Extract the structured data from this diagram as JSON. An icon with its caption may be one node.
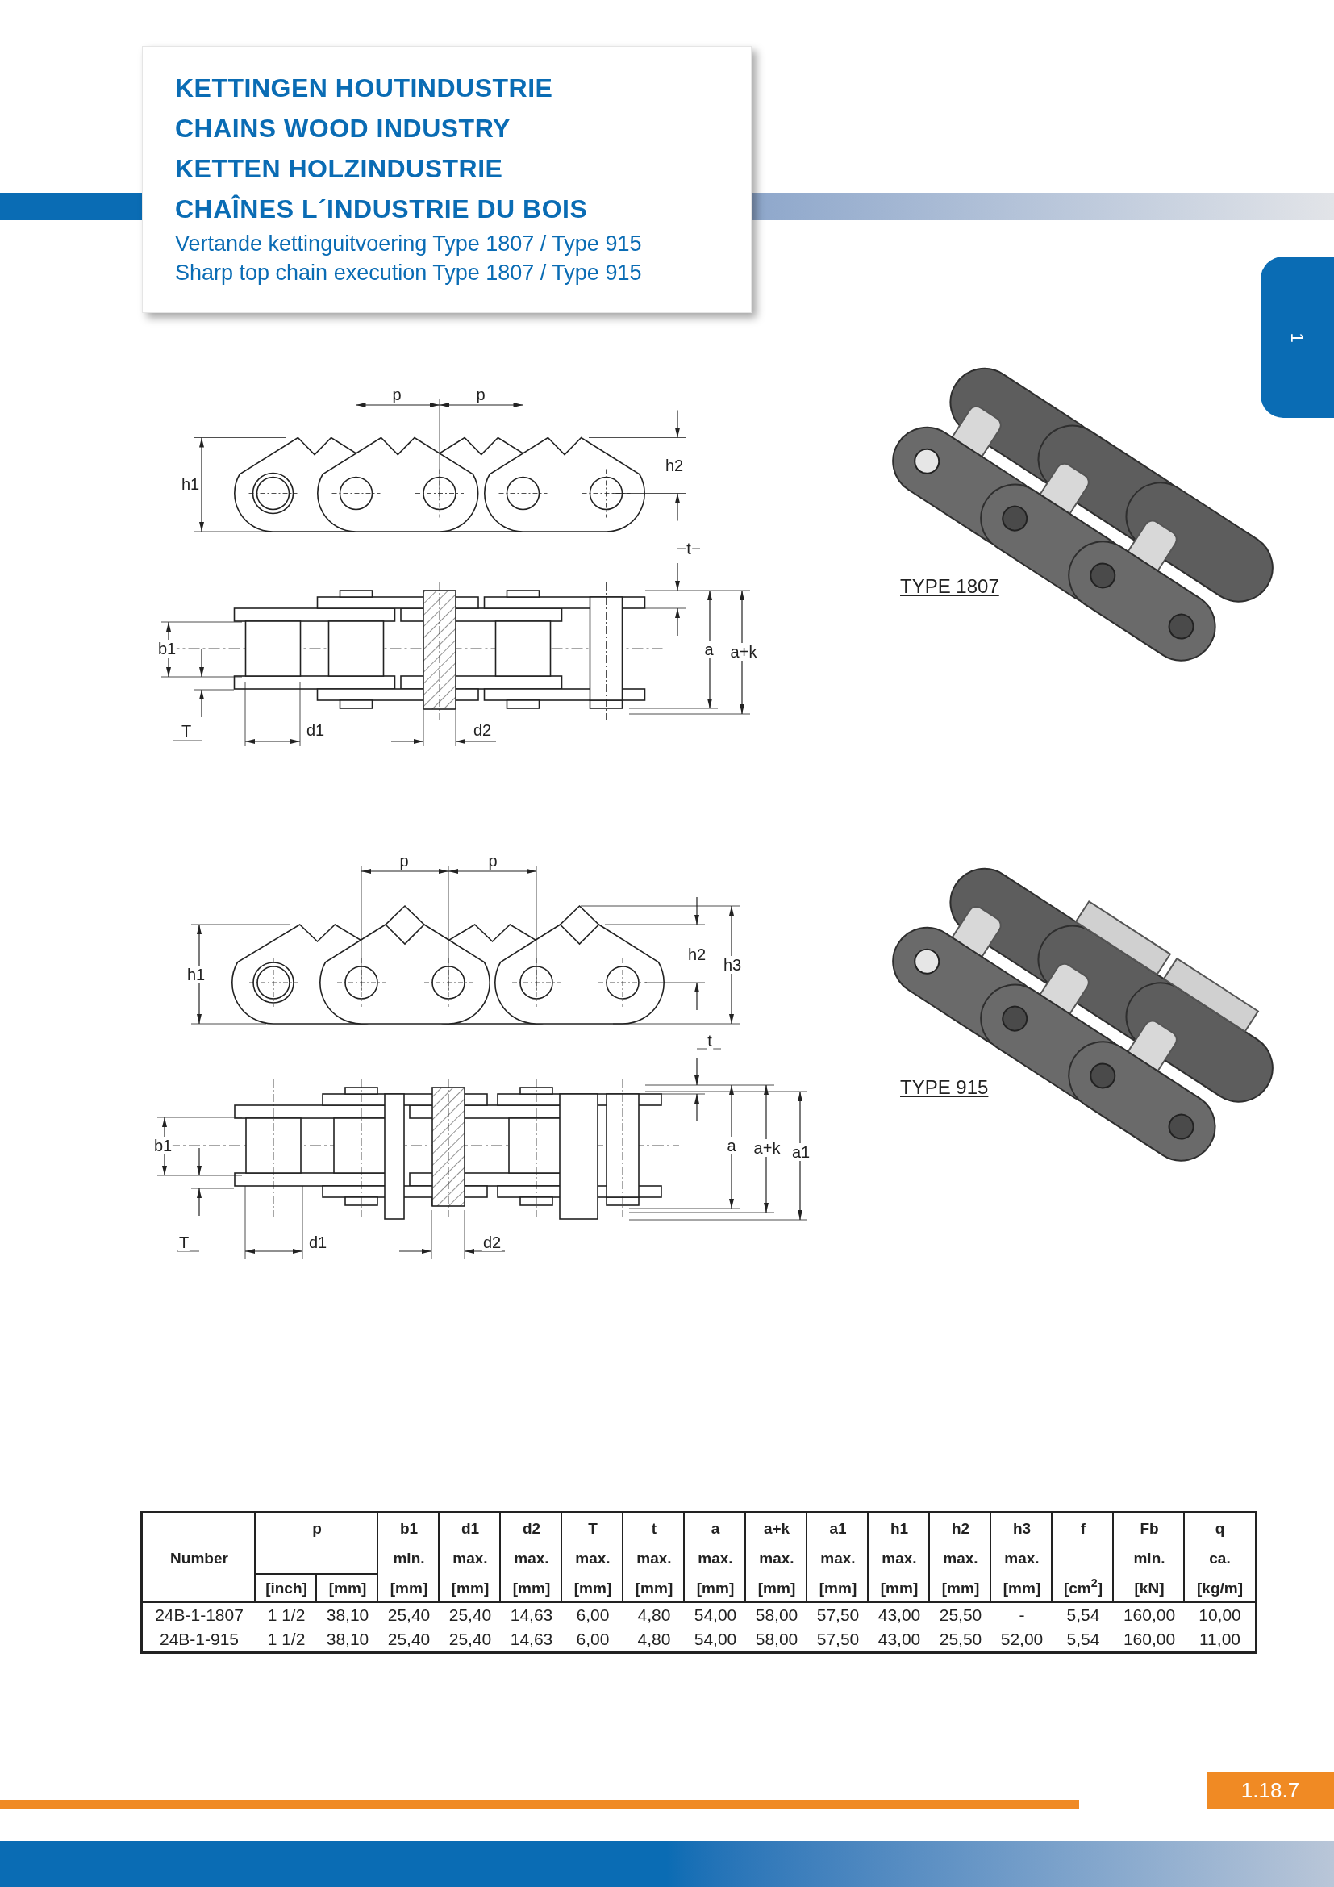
{
  "diagram": {
    "nodes": [
      {
        "text": [
          "KETTINGEN HOUTINDUSTRIE",
          "CHAINS WOOD INDUSTRY",
          "KETTEN HOLZINDUSTRIE",
          "CHAÎNES L´INDUSTRIE DU BOIS",
          "Vertande kettinguitvoering Type 1807 / Type 915",
          "Sharp top chain execution Type 1807 / Type 915"
        ]
      },
      {
        "text": [
          "1"
        ]
      },
      {
        "text": [
          "1.18.7"
        ]
      }
    ],
    "labels": [
      "p",
      "p",
      "h2",
      "h1",
      "t",
      "b1",
      "a",
      "a+k",
      "T",
      "d1",
      "d2",
      "TYPE 1807",
      "p",
      "p",
      "h2",
      "h1",
      "h3",
      "t",
      "b1",
      "a",
      "a+k",
      "a1",
      "T",
      "d1",
      "d2",
      "TYPE 915",
      "Number",
      "p",
      "b1",
      "d1",
      "d2",
      "T",
      "t",
      "a",
      "a+k",
      "a1",
      "h1",
      "h2",
      "h3",
      "f",
      "Fb",
      "q",
      "min.",
      "max.",
      "max.",
      "max.",
      "max.",
      "max.",
      "max.",
      "max.",
      "max.",
      "max.",
      "max.",
      "min.",
      "ca.",
      "[inch]",
      "[mm]",
      "[mm]",
      "[mm]",
      "[mm]",
      "[mm]",
      "[mm]",
      "[mm]",
      "[mm]",
      "[mm]",
      "[mm]",
      "[mm]",
      "[mm]",
      "[cm$^{2}$]",
      "[kN]",
      "[kg/m]",
      "24B-1-1807",
      "1 1/2",
      "38,10",
      "25,40",
      "25,40",
      "14,63",
      "6,00",
      "4,80",
      "54,00",
      "58,00",
      "57,50",
      "43,00",
      "25,50",
      "-",
      "5,54",
      "160,00",
      "10,00",
      "24B-1-915",
      "1 1/2",
      "38,10",
      "25,40",
      "25,40",
      "14,63",
      "6,00",
      "4,80",
      "54,00",
      "58,00",
      "57,50",
      "43,00",
      "25,50",
      "52,00",
      "5,54",
      "160,00",
      "11,00"
    ]
  }
}
